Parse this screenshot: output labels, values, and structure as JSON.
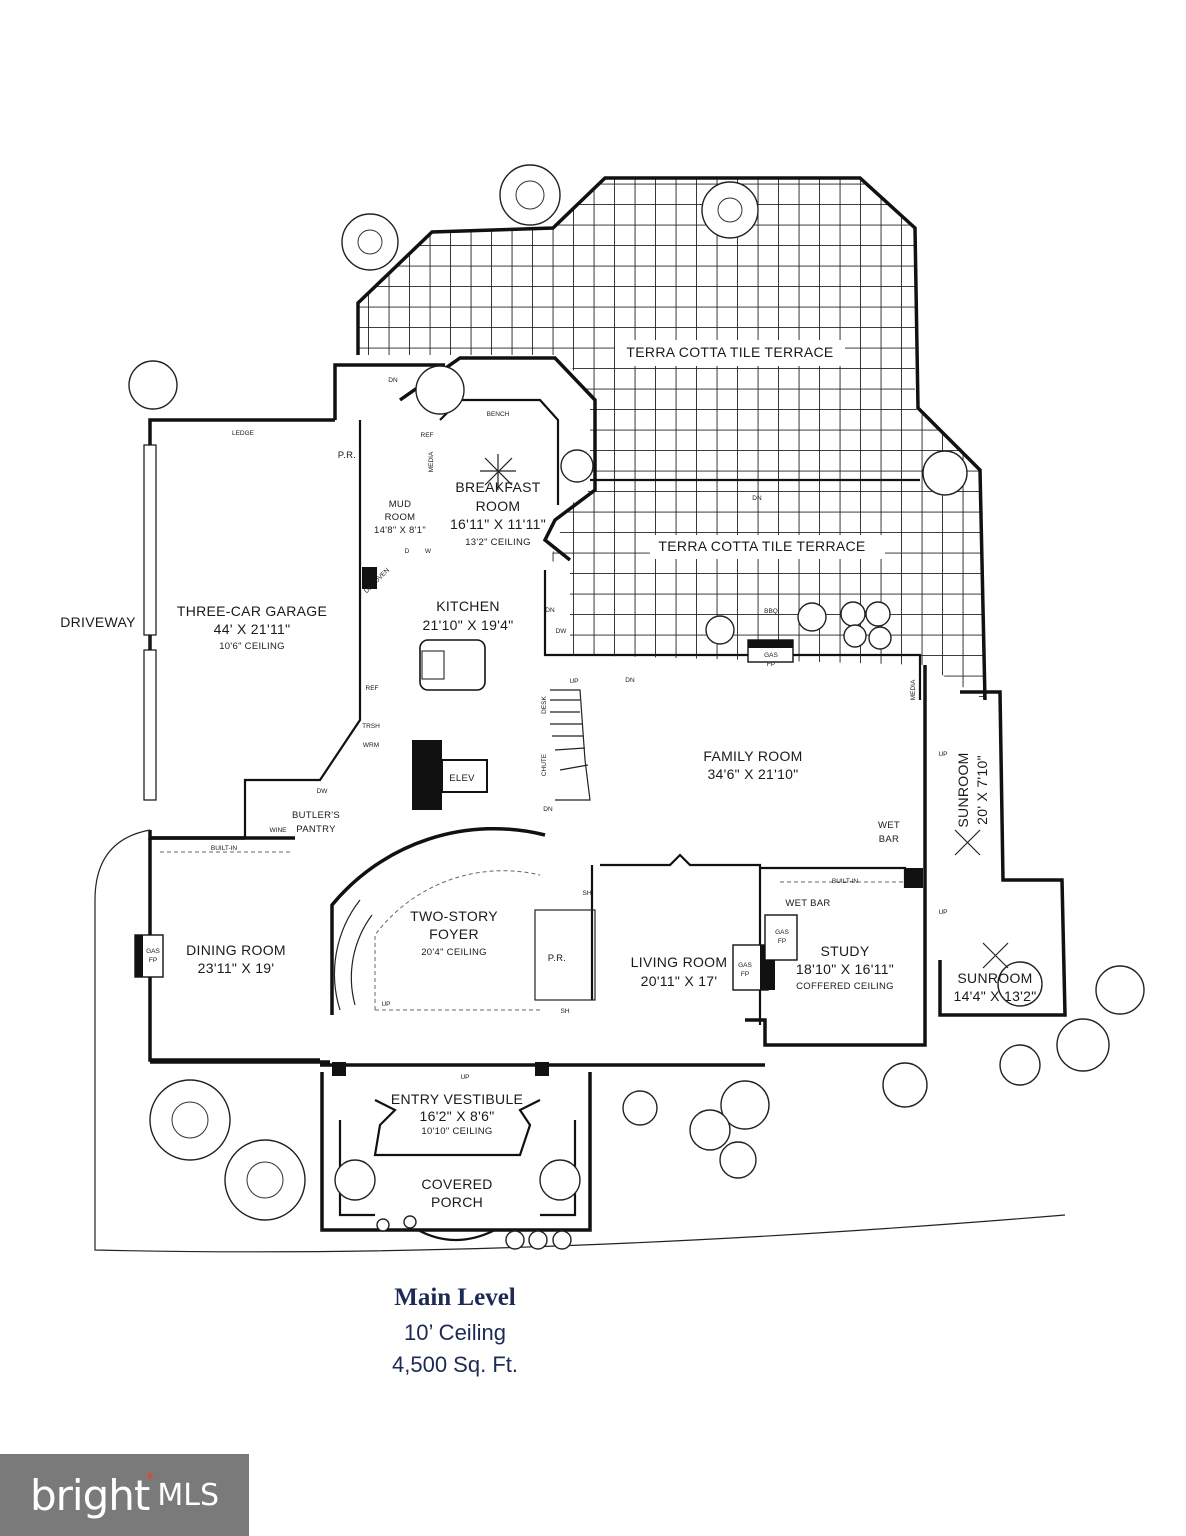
{
  "rooms": {
    "terrace_1": "TERRA COTTA TILE TERRACE",
    "terrace_2": "TERRA COTTA TILE TERRACE",
    "garage": {
      "name": "THREE-CAR GARAGE",
      "size": "44' X 21'11\"",
      "ceiling": "10'6\" CEILING"
    },
    "driveway": "DRIVEWAY",
    "mud": {
      "name": "MUD",
      "name2": "ROOM",
      "size": "14'8\" X 8'1\""
    },
    "pr_upper": "P.R.",
    "breakfast": {
      "name": "BREAKFAST",
      "name2": "ROOM",
      "size": "16'11\" X 11'11\"",
      "ceiling": "13'2\" CEILING"
    },
    "kitchen": {
      "name": "KITCHEN",
      "size": "21'10\" X 19'4\""
    },
    "family": {
      "name": "FAMILY ROOM",
      "size": "34'6\" X 21'10\""
    },
    "sunroom_upper": {
      "name": "SUNROOM",
      "size": "20' X 7'10\""
    },
    "butlers": {
      "name": "BUTLER'S",
      "name2": "PANTRY"
    },
    "elev": "ELEV",
    "dining": {
      "name": "DINING ROOM",
      "size": "23'11\" X 19'"
    },
    "foyer": {
      "name": "TWO-STORY",
      "name2": "FOYER",
      "ceiling": "20'4\" CEILING"
    },
    "pr_lower": "P.R.",
    "living": {
      "name": "LIVING ROOM",
      "size": "20'11\" X 17'"
    },
    "study": {
      "name": "STUDY",
      "size": "18'10\" X 16'11\"",
      "ceiling": "COFFERED CEILING"
    },
    "sunroom_lower": {
      "name": "SUNROOM",
      "size": "14'4\" X 13'2\""
    },
    "vestibule": {
      "name": "ENTRY VESTIBULE",
      "size": "16'2\" X 8'6\"",
      "ceiling": "10'10\" CEILING"
    },
    "porch": {
      "name": "COVERED",
      "name2": "PORCH"
    },
    "wet_bar_family": {
      "l1": "WET",
      "l2": "BAR"
    },
    "wet_bar_study": "WET BAR"
  },
  "fixtures": {
    "ledge": "LEDGE",
    "bench": "BENCH",
    "ref": "REF",
    "media": "MEDIA",
    "bbq": "BBQ",
    "gas_fp": {
      "l1": "GAS",
      "l2": "FP"
    },
    "built_in": "BUILT-IN",
    "dw": "DW",
    "wine": "WINE",
    "trsh": "TRSH",
    "wrm": "WRM",
    "desk": "DESK",
    "chute": "CHUTE",
    "sh": "SH",
    "dn": "DN",
    "up": "UP",
    "d": "D",
    "w": "W",
    "dbl_oven": "DBL OVEN"
  },
  "caption": {
    "title": "Main Level",
    "ceiling": "10’ Ceiling",
    "sqft": "4,500 Sq. Ft."
  },
  "logo": {
    "word": "bright",
    "mls": "MLS",
    "bg": "#7a7a7a",
    "accent": "#e8452c"
  },
  "colors": {
    "caption": "#1c2a55",
    "ink": "#111111"
  }
}
